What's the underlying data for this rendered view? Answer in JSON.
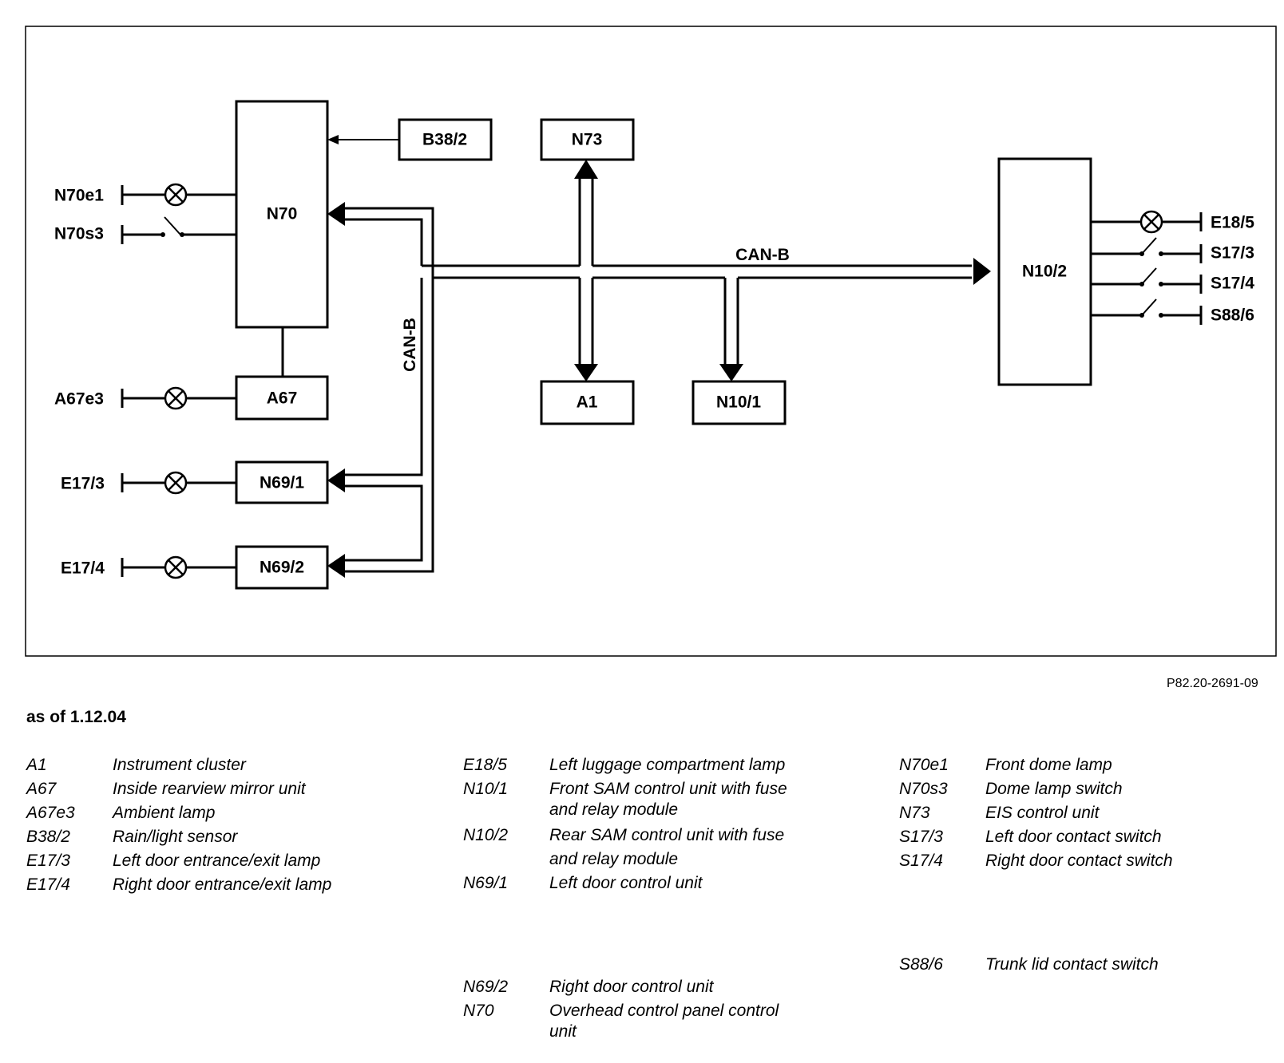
{
  "diagram": {
    "boxes": {
      "N70": "N70",
      "B38_2": "B38/2",
      "N73": "N73",
      "A67": "A67",
      "N69_1": "N69/1",
      "N69_2": "N69/2",
      "A1": "A1",
      "N10_1": "N10/1",
      "N10_2": "N10/2"
    },
    "terminals": {
      "N70e1": "N70e1",
      "N70s3": "N70s3",
      "A67e3": "A67e3",
      "E17_3": "E17/3",
      "E17_4": "E17/4",
      "E18_5": "E18/5",
      "S17_3": "S17/3",
      "S17_4": "S17/4",
      "S88_6": "S88/6"
    },
    "bus_label_horizontal": "CAN-B",
    "bus_label_vertical": "CAN-B"
  },
  "reference": "P82.20-2691-09",
  "date_note": "as of 1.12.04",
  "legend": {
    "col1": [
      {
        "code": "A1",
        "desc": "Instrument cluster"
      },
      {
        "code": "A67",
        "desc": "Inside rearview mirror unit"
      },
      {
        "code": "A67e3",
        "desc": "Ambient lamp"
      },
      {
        "code": "B38/2",
        "desc": "Rain/light sensor"
      },
      {
        "code": "E17/3",
        "desc": "Left door entrance/exit lamp"
      },
      {
        "code": "E17/4",
        "desc": "Right door entrance/exit lamp"
      }
    ],
    "col2": [
      {
        "code": "E18/5",
        "desc": "Left luggage compartment lamp"
      },
      {
        "code": "N10/1",
        "desc": "Front SAM control unit with fuse",
        "desc2": "and relay module"
      },
      {
        "code": "N10/2",
        "desc": "Rear SAM control unit with fuse",
        "desc2": "and relay module"
      },
      {
        "code": "N69/1",
        "desc": "Left door control unit"
      },
      {
        "code": "N69/2",
        "desc": "Right door control unit"
      },
      {
        "code": "N70",
        "desc": "Overhead control panel control",
        "desc2": "unit"
      }
    ],
    "col3": [
      {
        "code": "N70e1",
        "desc": "Front dome lamp"
      },
      {
        "code": "N70s3",
        "desc": "Dome lamp switch"
      },
      {
        "code": "N73",
        "desc": "EIS control unit"
      },
      {
        "code": "S17/3",
        "desc": "Left door contact switch"
      },
      {
        "code": "S17/4",
        "desc": "Right door contact switch"
      },
      {
        "code": "S88/6",
        "desc": "Trunk lid contact switch"
      }
    ]
  }
}
